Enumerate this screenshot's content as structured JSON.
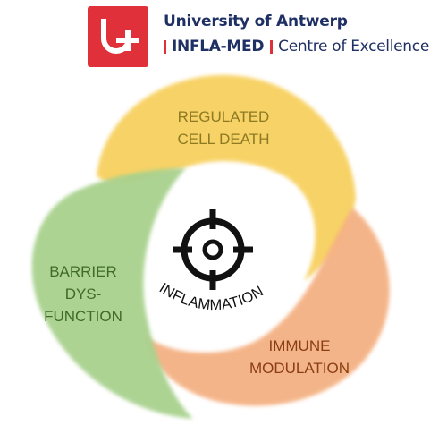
{
  "header": {
    "university": "University of Antwerp",
    "institute": "INFLA-MED",
    "centre": "Centre of Excellence",
    "logo_icon": "uantwerp-logo-icon",
    "brand_color": "#e0303a",
    "text_color": "#1f3064"
  },
  "diagram": {
    "center_icon": "target-crosshair-icon",
    "center_label": "INFLAMMATION",
    "segments": [
      {
        "id": "regulated-cell-death",
        "lines": [
          "REGULATED",
          "CELL DEATH"
        ],
        "color": "#f7cf5a"
      },
      {
        "id": "barrier-dysfunction",
        "lines": [
          "BARRIER",
          "DYS-",
          "FUNCTION"
        ],
        "color": "#a9d18e"
      },
      {
        "id": "immune-modulation",
        "lines": [
          "IMMUNE",
          "MODULATION"
        ],
        "color": "#f4b183"
      }
    ]
  }
}
